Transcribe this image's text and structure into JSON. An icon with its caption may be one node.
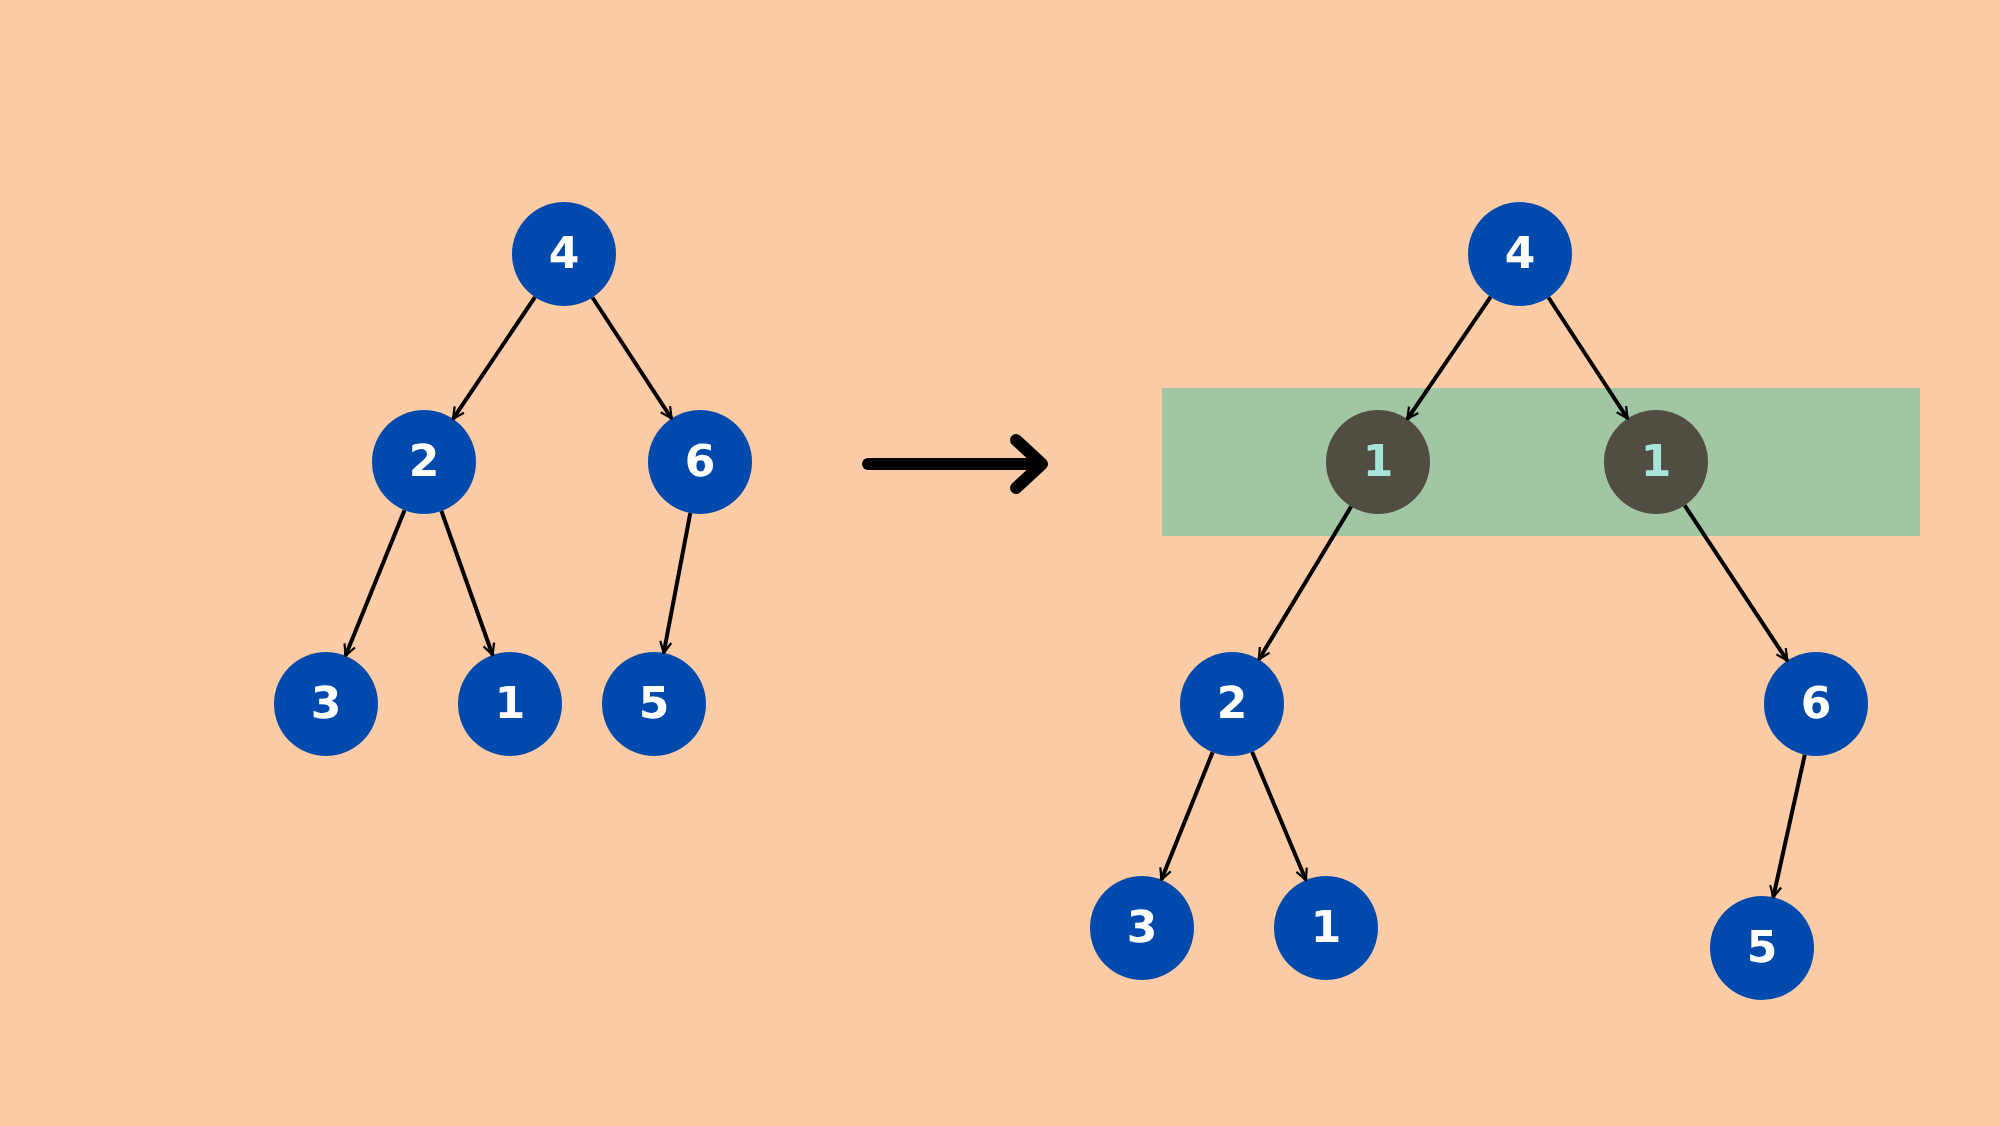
{
  "diagram": {
    "nodes": [
      {
        "text": [
          "4"
        ]
      },
      {
        "text": [
          "2"
        ]
      },
      {
        "text": [
          "6"
        ]
      },
      {
        "text": [
          "3"
        ]
      },
      {
        "text": [
          "1"
        ]
      },
      {
        "text": [
          "5"
        ]
      },
      {
        "text": [
          "4"
        ]
      },
      {
        "text": [],
        "shape": "box"
      },
      {
        "text": [
          "1"
        ],
        "in": 7
      },
      {
        "text": [
          "1"
        ],
        "in": 7
      },
      {
        "text": [
          "2"
        ]
      },
      {
        "text": [
          "6"
        ]
      },
      {
        "text": [
          "3"
        ]
      },
      {
        "text": [
          "1"
        ]
      },
      {
        "text": [
          "5"
        ]
      }
    ],
    "edges": [
      {
        "from": 0,
        "to": 1,
        "arrow": "to"
      },
      {
        "from": 0,
        "to": 2,
        "arrow": "to"
      },
      {
        "from": 1,
        "to": 3,
        "arrow": "to"
      },
      {
        "from": 1,
        "to": 4,
        "arrow": "to"
      },
      {
        "from": 2,
        "to": 5,
        "arrow": "to"
      },
      {
        "from": 6,
        "to": 8,
        "arrow": "to"
      },
      {
        "from": 6,
        "to": 9,
        "arrow": "to"
      },
      {
        "from": 8,
        "to": 10,
        "arrow": "to"
      },
      {
        "from": 9,
        "to": 11,
        "arrow": "to"
      },
      {
        "from": 10,
        "to": 12,
        "arrow": "to"
      },
      {
        "from": 10,
        "to": 13,
        "arrow": "to"
      },
      {
        "from": 11,
        "to": 14,
        "arrow": "to"
      }
    ]
  }
}
